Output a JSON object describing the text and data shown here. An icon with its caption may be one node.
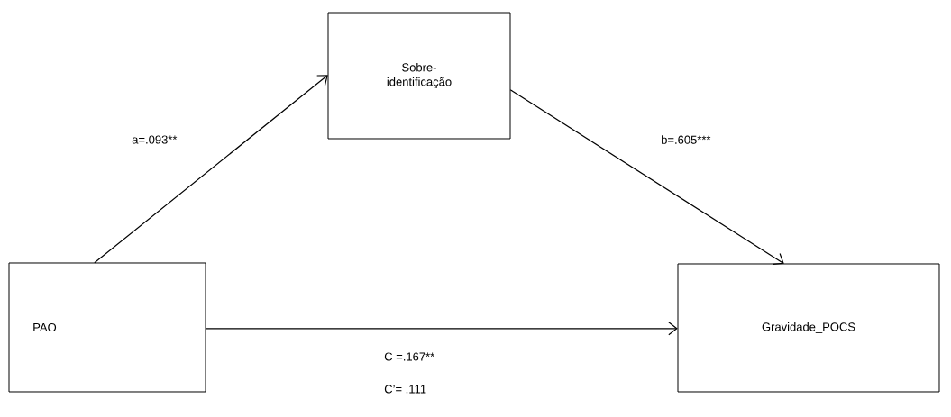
{
  "diagram": {
    "nodes": [
      {
        "text": [
          "PAO"
        ]
      },
      {
        "text": [
          "Sobre- identificação"
        ]
      },
      {
        "text": [
          "Gravidade_POCS"
        ]
      }
    ],
    "edges": [
      {
        "from": 0,
        "to": 1,
        "arrow": "to",
        "label": "a=.093**"
      },
      {
        "from": 1,
        "to": 2,
        "arrow": "to",
        "label": "b=.605***"
      },
      {
        "from": 0,
        "to": 2,
        "arrow": "to",
        "label": "C =.167**"
      }
    ],
    "labels": [
      "C’= .111"
    ]
  }
}
